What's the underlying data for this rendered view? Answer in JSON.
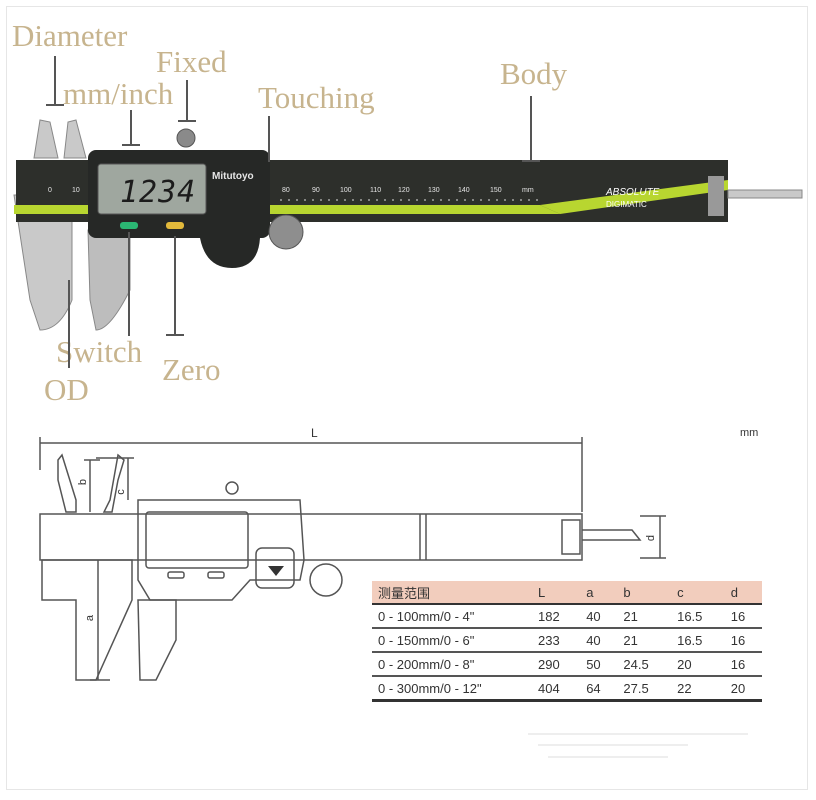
{
  "callouts": {
    "diameter": "Diameter",
    "mm_inch": "mm/inch",
    "fixed": "Fixed",
    "touching": "Touching",
    "body": "Body",
    "switch": "Switch",
    "zero": "Zero",
    "od": "OD"
  },
  "caliper": {
    "display_value": "1234",
    "brand": "Mitutoyo",
    "badge_line1": "ABSOLUTE",
    "badge_line2": "DIGIMATIC",
    "scale_ticks": [
      "0",
      "10",
      "80",
      "90",
      "100",
      "110",
      "120",
      "130",
      "140",
      "150"
    ],
    "scale_unit": "mm"
  },
  "dimensions": {
    "L": "L",
    "a": "a",
    "b": "b",
    "c": "c",
    "d": "d",
    "unit": "mm"
  },
  "spec_table": {
    "headers": [
      "测量范围",
      "L",
      "a",
      "b",
      "c",
      "d"
    ],
    "rows": [
      [
        "0 - 100mm/0 - 4\"",
        "182",
        "40",
        "21",
        "16.5",
        "16"
      ],
      [
        "0 - 150mm/0 - 6\"",
        "233",
        "40",
        "21",
        "16.5",
        "16"
      ],
      [
        "0 - 200mm/0 - 8\"",
        "290",
        "50",
        "24.5",
        "20",
        "16"
      ],
      [
        "0 - 300mm/0 - 12\"",
        "404",
        "64",
        "27.5",
        "22",
        "20"
      ]
    ]
  },
  "colors": {
    "callout_text": "#c7b48e",
    "scale_accent": "#b8d630",
    "table_header_bg": "#f2cdbd"
  }
}
